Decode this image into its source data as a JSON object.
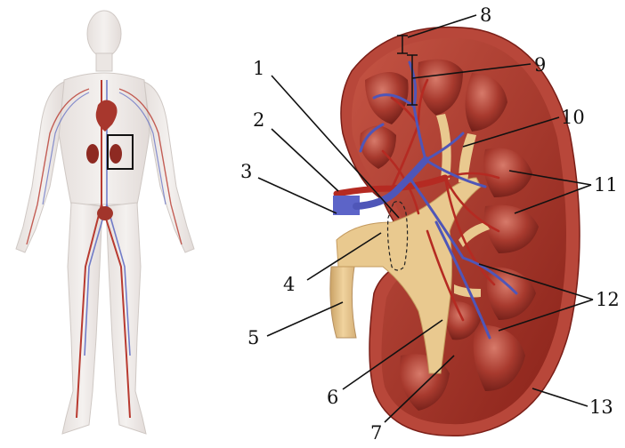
{
  "figure": {
    "colors": {
      "background": "#ffffff",
      "body_outline": "#c9c3c0",
      "body_fill": "#ece7e4",
      "artery": "#b52a22",
      "vein": "#4f56b8",
      "kidney_cortex": "#9e2d25",
      "kidney_capsule": "#b8473a",
      "pyramid": "#a63a2f",
      "pelvis": "#e9c98f",
      "ureter": "#e2bf83",
      "leader_line": "#111111",
      "highlight_box": "#111111"
    },
    "icons": {
      "locator": "human-body-figure",
      "detail": "kidney-cross-section"
    },
    "labels": [
      {
        "key": "1",
        "text": "1"
      },
      {
        "key": "2",
        "text": "2"
      },
      {
        "key": "3",
        "text": "3"
      },
      {
        "key": "4",
        "text": "4"
      },
      {
        "key": "5",
        "text": "5"
      },
      {
        "key": "6",
        "text": "6"
      },
      {
        "key": "7",
        "text": "7"
      },
      {
        "key": "8",
        "text": "8"
      },
      {
        "key": "9",
        "text": "9"
      },
      {
        "key": "10",
        "text": "10"
      },
      {
        "key": "11",
        "text": "11"
      },
      {
        "key": "12",
        "text": "12"
      },
      {
        "key": "13",
        "text": "13"
      }
    ]
  }
}
